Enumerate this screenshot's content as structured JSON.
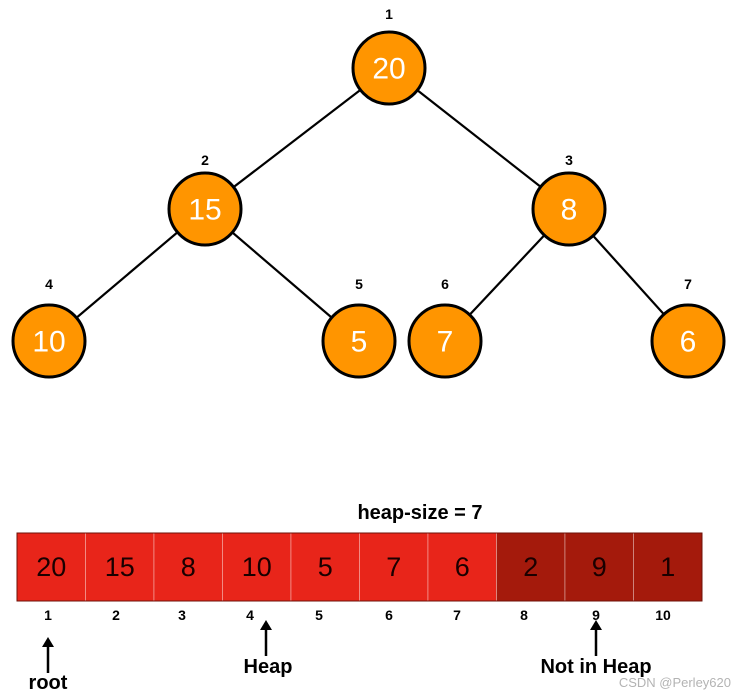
{
  "tree": {
    "nodes": [
      {
        "index": "1",
        "value": "20"
      },
      {
        "index": "2",
        "value": "15"
      },
      {
        "index": "3",
        "value": "8"
      },
      {
        "index": "4",
        "value": "10"
      },
      {
        "index": "5",
        "value": "5"
      },
      {
        "index": "6",
        "value": "7"
      },
      {
        "index": "7",
        "value": "6"
      }
    ],
    "edges": [
      [
        1,
        2
      ],
      [
        1,
        3
      ],
      [
        2,
        4
      ],
      [
        2,
        5
      ],
      [
        3,
        6
      ],
      [
        3,
        7
      ]
    ],
    "node_color": "#ff9500"
  },
  "array": {
    "heap_size_label": "heap-size = 7",
    "cells": [
      {
        "index": "1",
        "value": "20",
        "in_heap": true
      },
      {
        "index": "2",
        "value": "15",
        "in_heap": true
      },
      {
        "index": "3",
        "value": "8",
        "in_heap": true
      },
      {
        "index": "4",
        "value": "10",
        "in_heap": true
      },
      {
        "index": "5",
        "value": "5",
        "in_heap": true
      },
      {
        "index": "6",
        "value": "7",
        "in_heap": true
      },
      {
        "index": "7",
        "value": "6",
        "in_heap": true
      },
      {
        "index": "8",
        "value": "2",
        "in_heap": false
      },
      {
        "index": "9",
        "value": "9",
        "in_heap": false
      },
      {
        "index": "10",
        "value": "1",
        "in_heap": false
      }
    ],
    "heap_color": "#e8251a",
    "not_in_heap_color": "#a41a0c",
    "pointers": [
      {
        "label": "root",
        "cell": 1
      },
      {
        "label": "Heap",
        "cell": 4
      },
      {
        "label": "Not in Heap",
        "cell": 9
      }
    ]
  },
  "watermark": "CSDN @Perley620"
}
